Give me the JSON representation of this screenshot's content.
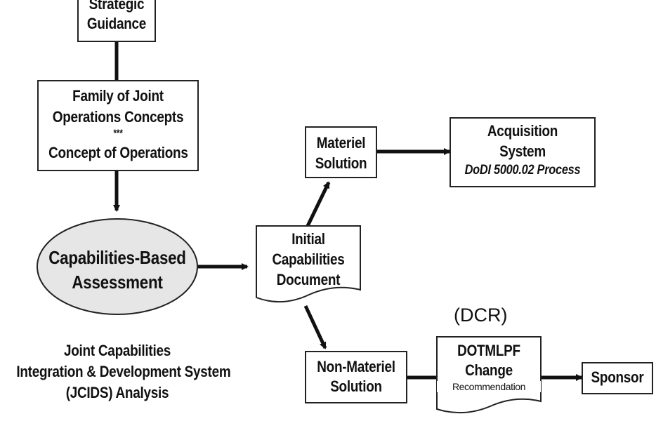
{
  "nodes": {
    "strategic_guidance": [
      "Strategic",
      "Guidance"
    ],
    "family_concepts": [
      "Family of Joint",
      "Operations Concepts",
      "***",
      "Concept of Operations"
    ],
    "cba": [
      "Capabilities-Based",
      "Assessment"
    ],
    "icd": [
      "Initial",
      "Capabilities",
      "Document"
    ],
    "materiel": [
      "Materiel",
      "Solution"
    ],
    "acquisition": [
      "Acquisition",
      "System"
    ],
    "acquisition_sub": "DoDI 5000.02 Process",
    "non_materiel": [
      "Non-Materiel",
      "Solution"
    ],
    "dcr_label": "(DCR)",
    "dotmlpf": [
      "DOTMLPF",
      "Change"
    ],
    "recommendation": "Recommendation",
    "sponsor": "Sponsor"
  },
  "caption": [
    "Joint Capabilities",
    "Integration & Development System",
    "(JCIDS) Analysis"
  ],
  "colors": {
    "ellipse_fill": "#e6e6e6",
    "stroke": "#222222"
  }
}
